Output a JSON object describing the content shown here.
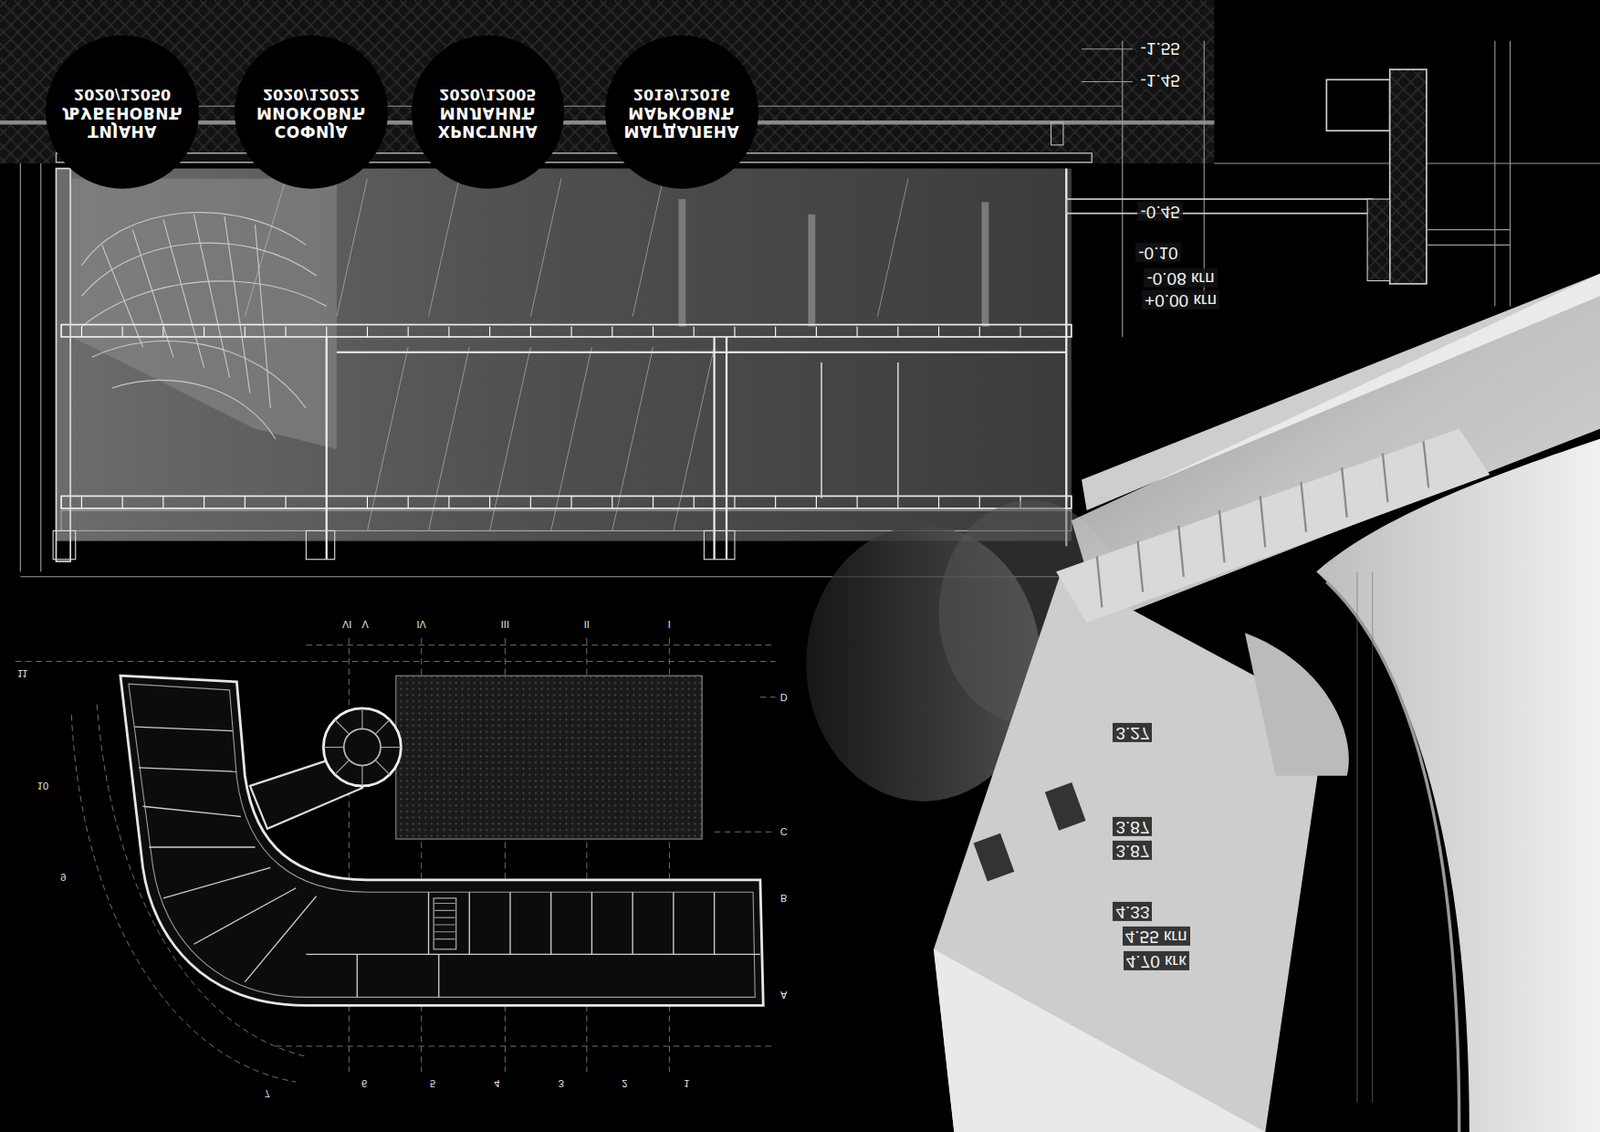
{
  "diagram": {
    "nodes": [
      {
        "text": [
          "ТИЈАНА ЉУБЕНОВИЋ",
          "2020/12050"
        ]
      },
      {
        "text": [
          "СОФИЈА МИОКОВИЋ",
          "2020/12022"
        ]
      },
      {
        "text": [
          "ХРИСТИНА МИЛАНИЋ",
          "2020/12005"
        ]
      },
      {
        "text": [
          "МАГДАЛЕНА МАРКОВИЋ",
          "2019/12016"
        ]
      }
    ],
    "labels": [
      "-1.55",
      "-1.45",
      "-0.45",
      "-0.10",
      "-0.08 кгп",
      "+0.00 кгп",
      "3.27",
      "3.87",
      "3.87",
      "4.33",
      "4.55 кгп",
      "4.70 кгк",
      "VI",
      "V",
      "IV",
      "III",
      "II",
      "I",
      "D",
      "C",
      "B",
      "A",
      "11",
      "10",
      "9",
      "7",
      "6",
      "5",
      "4",
      "3",
      "2",
      "1"
    ]
  }
}
